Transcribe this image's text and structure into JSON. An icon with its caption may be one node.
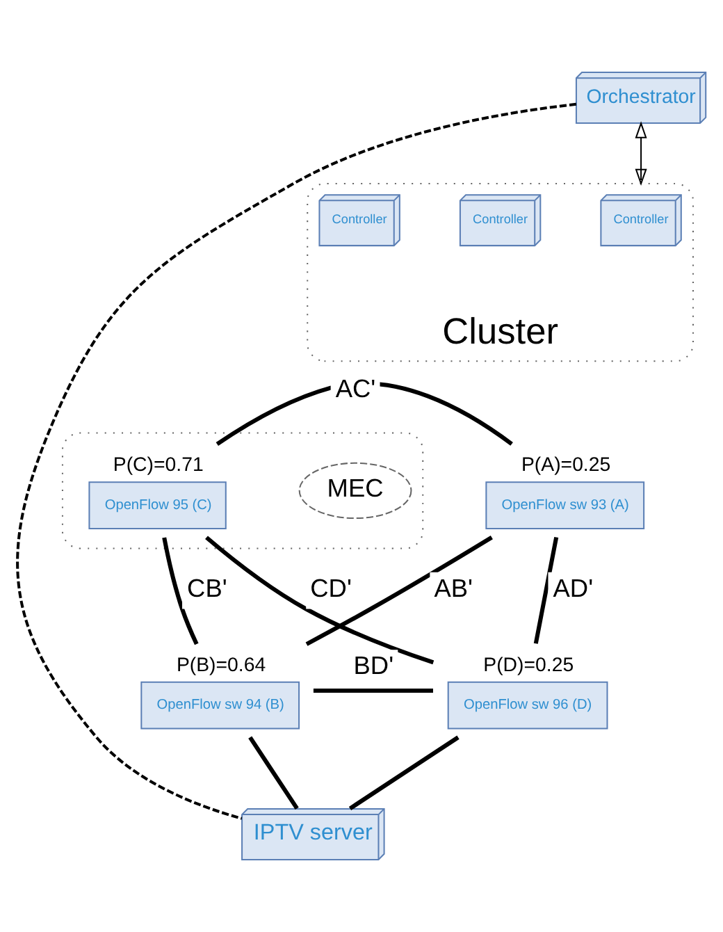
{
  "diagram": {
    "nodes": [
      {
        "text": [
          "Orchestrator"
        ]
      },
      {
        "text": [
          "Cluster"
        ]
      },
      {
        "text": [
          "Controller"
        ],
        "in": 1
      },
      {
        "text": [
          "Controller"
        ],
        "in": 1
      },
      {
        "text": [
          "Controller"
        ],
        "in": 1
      },
      {
        "text": [],
        "shape": "box"
      },
      {
        "text": [
          "MEC"
        ],
        "in": 5
      },
      {
        "text": [
          "OpenFlow 95 (C)"
        ],
        "beside": [
          "P(C)=0.71"
        ],
        "in": 5
      },
      {
        "text": [
          "OpenFlow sw 93 (A)"
        ],
        "beside": [
          "P(A)=0.25"
        ]
      },
      {
        "text": [
          "OpenFlow sw 94 (B)"
        ],
        "beside": [
          "P(B)=0.64"
        ]
      },
      {
        "text": [
          "OpenFlow sw 96 (D)"
        ],
        "beside": [
          "P(D)=0.25"
        ]
      },
      {
        "text": [
          "IPTV server"
        ]
      }
    ],
    "edges": [
      {
        "from": 0,
        "to": 1,
        "arrow": "both"
      },
      {
        "from": 0,
        "to": 11,
        "arrow": "none",
        "style": "dashed"
      },
      {
        "from": 7,
        "to": 8,
        "arrow": "none",
        "label": "AC'"
      },
      {
        "from": 7,
        "to": 9,
        "arrow": "none",
        "label": "CB'"
      },
      {
        "from": 7,
        "to": 10,
        "arrow": "none",
        "label": "CD'"
      },
      {
        "from": 8,
        "to": 9,
        "arrow": "none",
        "label": "AB'"
      },
      {
        "from": 8,
        "to": 10,
        "arrow": "none",
        "label": "AD'"
      },
      {
        "from": 9,
        "to": 10,
        "arrow": "none",
        "label": "BD'"
      },
      {
        "from": 9,
        "to": 11,
        "arrow": "none"
      },
      {
        "from": 10,
        "to": 11,
        "arrow": "none"
      }
    ]
  }
}
